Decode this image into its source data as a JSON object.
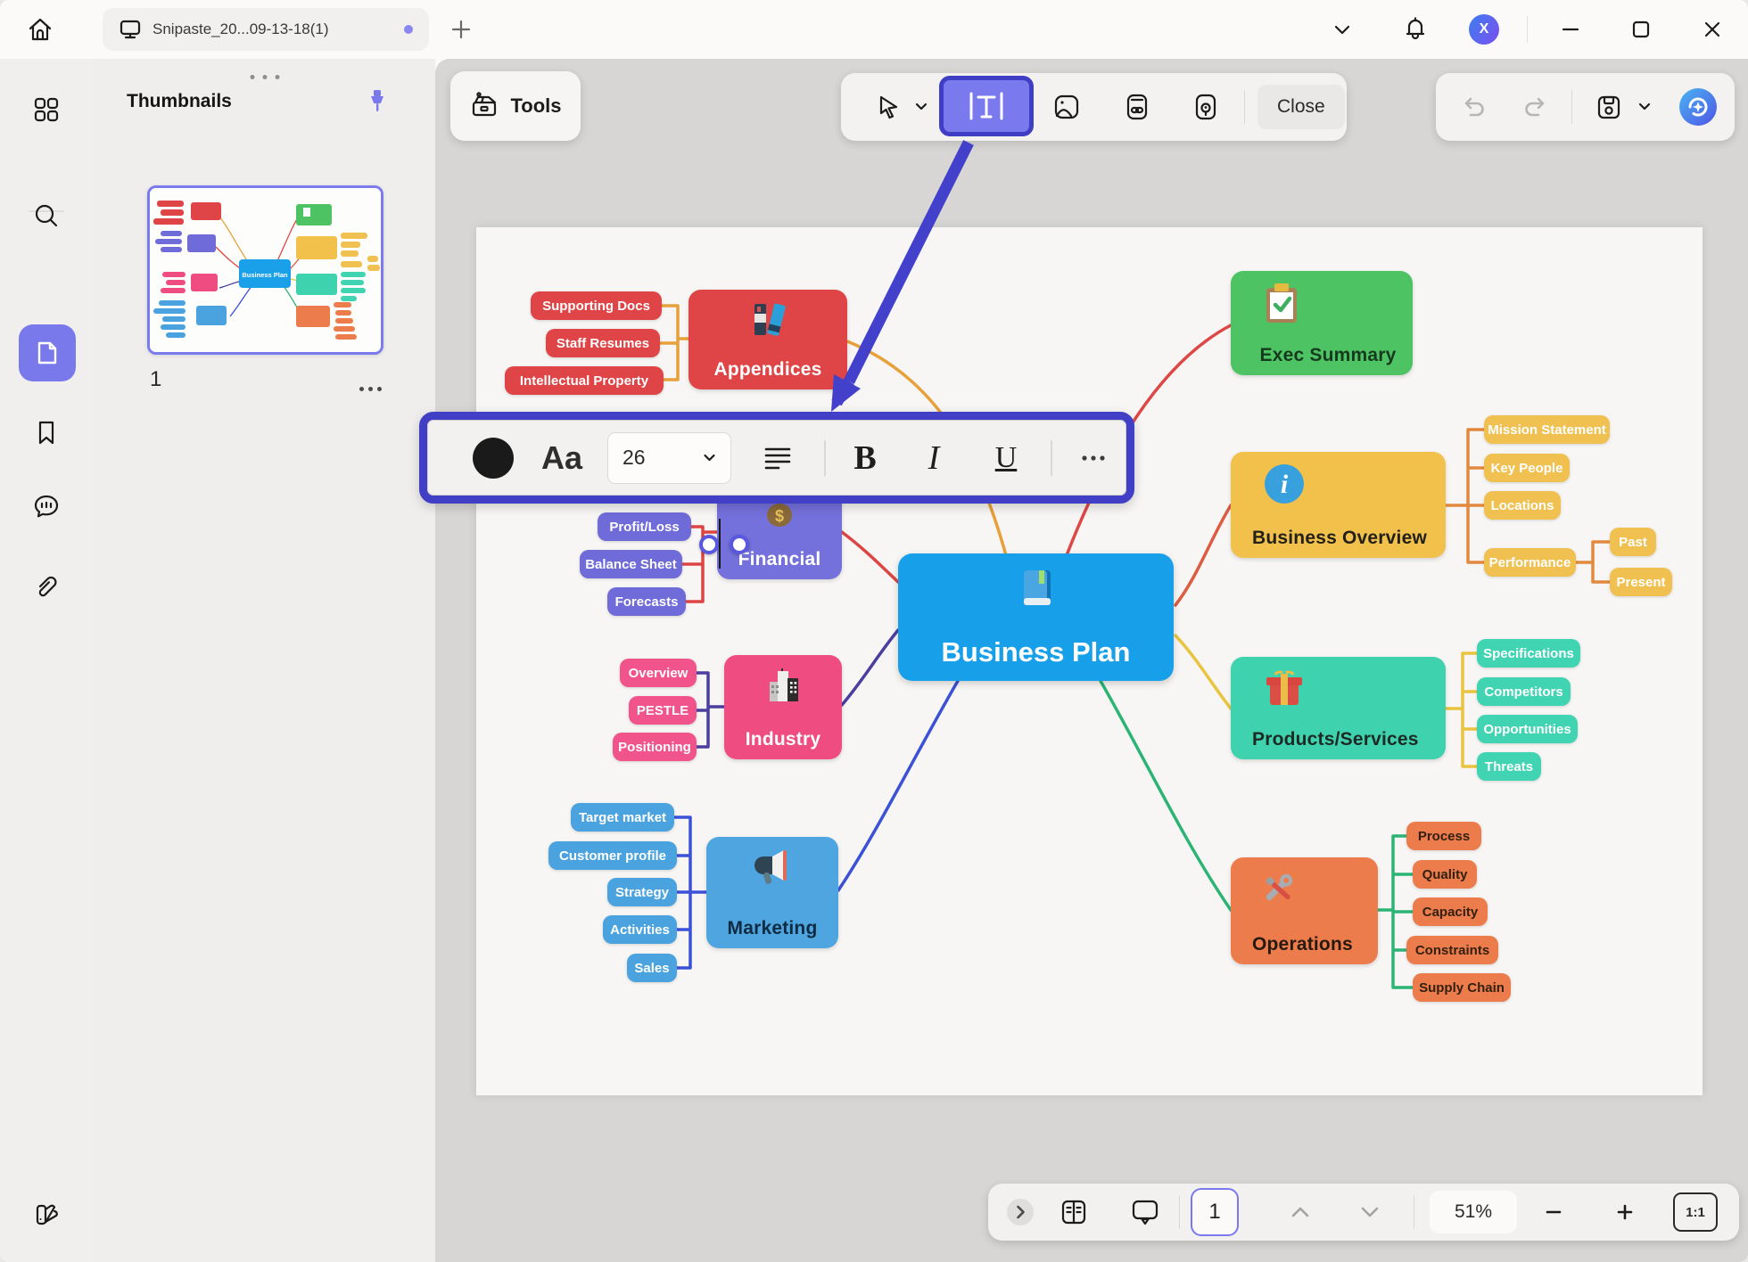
{
  "titlebar": {
    "tab_title": "Snipaste_20...09-13-18(1)"
  },
  "avatar": {
    "initial": "X"
  },
  "panel": {
    "title": "Thumbnails",
    "page_number": "1"
  },
  "toolbar": {
    "tools_label": "Tools",
    "close_label": "Close"
  },
  "fmt": {
    "font_label": "Aa",
    "font_size": "26",
    "bold": "B",
    "italic": "I",
    "underline": "U",
    "swatch_color": "#1a1a1a"
  },
  "status": {
    "page_value": "1",
    "zoom_value": "51%",
    "fit_label": "1:1"
  },
  "colors": {
    "accent_indigo": "#4340c8",
    "active_tool_fill": "#7b79ee",
    "sidebar_active": "#7a79ec",
    "viewport": "#d7d6d4",
    "canvas": "#f7f6f4"
  },
  "mindmap": {
    "center": "Business Plan",
    "center_color": "#17a0e9",
    "center_text_color": "#ffffff",
    "branches": [
      {
        "label": "Appendices",
        "node_color": "#df4446",
        "label_color": "#ffffff",
        "line_color": "#e8a03a",
        "pill_color": "#df4446",
        "pill_text_color": "#ffffff",
        "children": [
          "Supporting Docs",
          "Staff Resumes",
          "Intellectual Property"
        ]
      },
      {
        "label": "Exec Summary",
        "node_color": "#4ec363",
        "label_color": "#153a1e",
        "line_color": "#dd4847",
        "pill_color": "#4ec363",
        "pill_text_color": "#153a1e",
        "children": []
      },
      {
        "label": "Business Overview",
        "node_color": "#f2c14c",
        "label_color": "#23201a",
        "line_color": "#dd5b40",
        "bracket_color": "#e2893e",
        "pill_color": "#f0c150",
        "pill_text_color": "#ffffff",
        "children": [
          "Mission Statement",
          "Key People",
          "Locations",
          "Performance"
        ],
        "grandchildren": [
          "Past",
          "Present"
        ]
      },
      {
        "label": "Financial",
        "node_color": "#7470dc",
        "label_color": "#ffffff",
        "line_color": "#dd4545",
        "pill_color": "#6f6bd9",
        "pill_text_color": "#ffffff",
        "children": [
          "Profit/Loss",
          "Balance Sheet",
          "Forecasts"
        ]
      },
      {
        "label": "Products/Services",
        "node_color": "#3fd2af",
        "label_color": "#1d2a24",
        "line_color": "#e9c43f",
        "pill_color": "#41d4b2",
        "pill_text_color": "#ffffff",
        "children": [
          "Specifications",
          "Competitors",
          "Opportunities",
          "Threats"
        ]
      },
      {
        "label": "Industry",
        "node_color": "#ef4d82",
        "label_color": "#ffffff",
        "line_color": "#4a3f9f",
        "pill_color": "#f0548a",
        "pill_text_color": "#ffffff",
        "children": [
          "Overview",
          "PESTLE",
          "Positioning"
        ]
      },
      {
        "label": "Operations",
        "node_color": "#ec7c4b",
        "label_color": "#26190f",
        "line_color": "#2bb474",
        "pill_color": "#ec7c4b",
        "pill_text_color": "#33200f",
        "children": [
          "Process",
          "Quality",
          "Capacity",
          "Constraints",
          "Supply Chain"
        ]
      },
      {
        "label": "Marketing",
        "node_color": "#4fa5e0",
        "label_color": "#0f2b42",
        "line_color": "#3b51d6",
        "pill_color": "#4aa3de",
        "pill_text_color": "#ffffff",
        "children": [
          "Target market",
          "Customer profile",
          "Strategy",
          "Activities",
          "Sales"
        ]
      }
    ]
  }
}
